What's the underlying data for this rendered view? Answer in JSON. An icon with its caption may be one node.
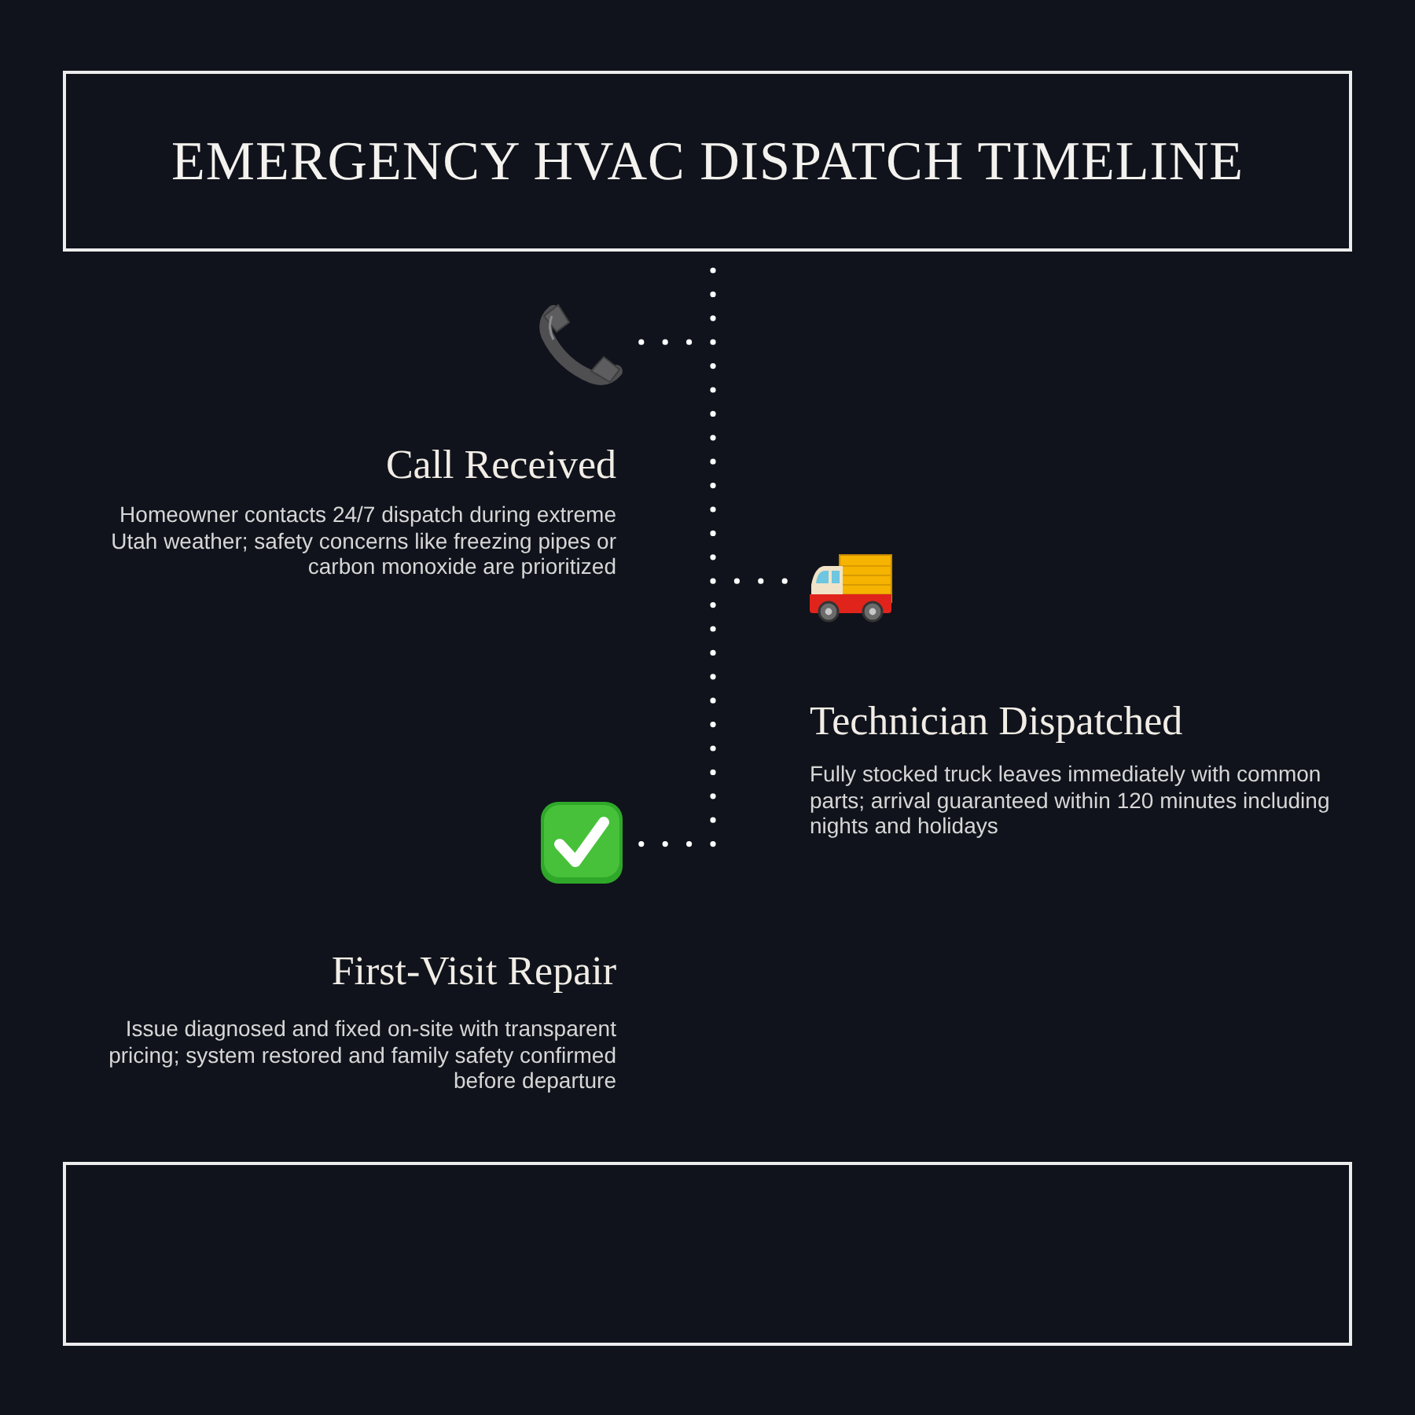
{
  "diagram": {
    "title": "EMERGENCY HVAC DISPATCH TIMELINE",
    "nodes": [
      {
        "text": [],
        "shape": "line"
      },
      {
        "text": [],
        "shape": "picture",
        "beside": [
          "Call Received",
          "Homeowner contacts 24/7 dispatch during extreme Utah weather; safety concerns like freezing pipes or carbon monoxide are prioritized"
        ]
      },
      {
        "text": [],
        "shape": "picture",
        "beside": [
          "Technician Dispatched",
          "Fully stocked truck leaves immediately with common parts; arrival guaranteed within 120 minutes including nights and holidays"
        ]
      },
      {
        "text": [],
        "shape": "picture",
        "beside": [
          "First-Visit Repair",
          "Issue diagnosed and fixed on-site with transparent pricing; system restored and family safety confirmed before departure"
        ]
      },
      {
        "text": [],
        "shape": "box"
      }
    ],
    "edges": [
      {
        "from": 1,
        "to": 0,
        "arrow": "none",
        "style": "dashed"
      },
      {
        "from": 2,
        "to": 0,
        "arrow": "none",
        "style": "dashed"
      },
      {
        "from": 3,
        "to": 0,
        "arrow": "none",
        "style": "dashed"
      }
    ]
  }
}
